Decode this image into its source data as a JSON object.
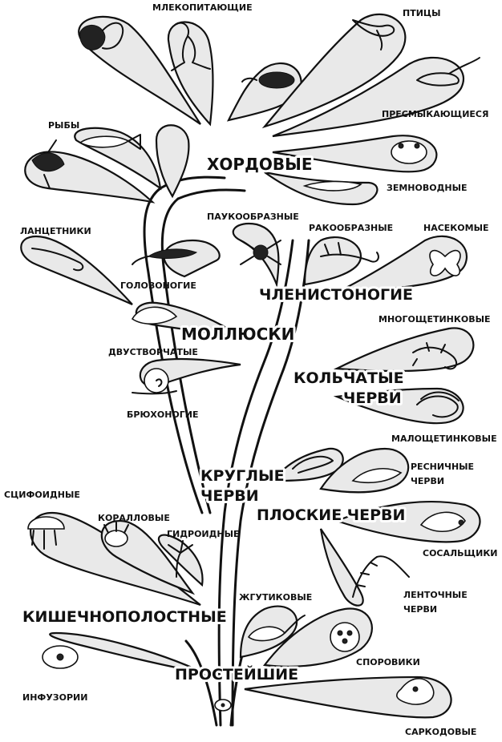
{
  "labels": {
    "mammals": "МЛЕКОПИТАЮЩИЕ",
    "birds": "ПТИЦЫ",
    "reptiles": "ПРЕСМЫКАЮЩИЕСЯ",
    "fish": "РЫБЫ",
    "amphibians": "ЗЕМНОВОДНЫЕ",
    "lancelets": "ЛАНЦЕТНИКИ",
    "arachnids": "ПАУКООБРАЗНЫЕ",
    "crustaceans": "РАКООБРАЗНЫЕ",
    "insects": "НАСЕКОМЫЕ",
    "cephalopods": "ГОЛОВОНОГИЕ",
    "polychaetes": "МНОГОЩЕТИНКОВЫЕ",
    "bivalves": "ДВУСТВОРЧАТЫЕ",
    "gastropods": "БРЮХОНОГИЕ",
    "oligochaetes": "МАЛОЩЕТИНКОВЫЕ",
    "turbellaria_1": "РЕСНИЧНЫЕ",
    "turbellaria_2": "ЧЕРВИ",
    "scyphozoa": "СЦИФОИДНЫЕ",
    "corals": "КОРАЛЛОВЫЕ",
    "hydroids": "ГИДРОИДНЫЕ",
    "flukes": "СОСАЛЬЩИКИ",
    "tapeworms_1": "ЛЕНТОЧНЫЕ",
    "tapeworms_2": "ЧЕРВИ",
    "flagellates": "ЖГУТИКОВЫЕ",
    "sporozoa": "СПОРОВИКИ",
    "ciliates": "ИНФУЗОРИИ",
    "sarcodina": "САРКОДОВЫЕ"
  },
  "groups": {
    "chordates": "ХОРДОВЫЕ",
    "arthropods": "ЧЛЕНИСТОНОГИЕ",
    "mollusks": "МОЛЛЮСКИ",
    "annelids_1": "КОЛЬЧАТЫЕ",
    "annelids_2": "ЧЕРВИ",
    "roundworms_1": "КРУГЛЫЕ",
    "roundworms_2": "ЧЕРВИ",
    "flatworms": "ПЛОСКИЕ ЧЕРВИ",
    "cnidarians": "КИШЕЧНОПОЛОСТНЫЕ",
    "protozoa": "ПРОСТЕЙШИЕ"
  }
}
